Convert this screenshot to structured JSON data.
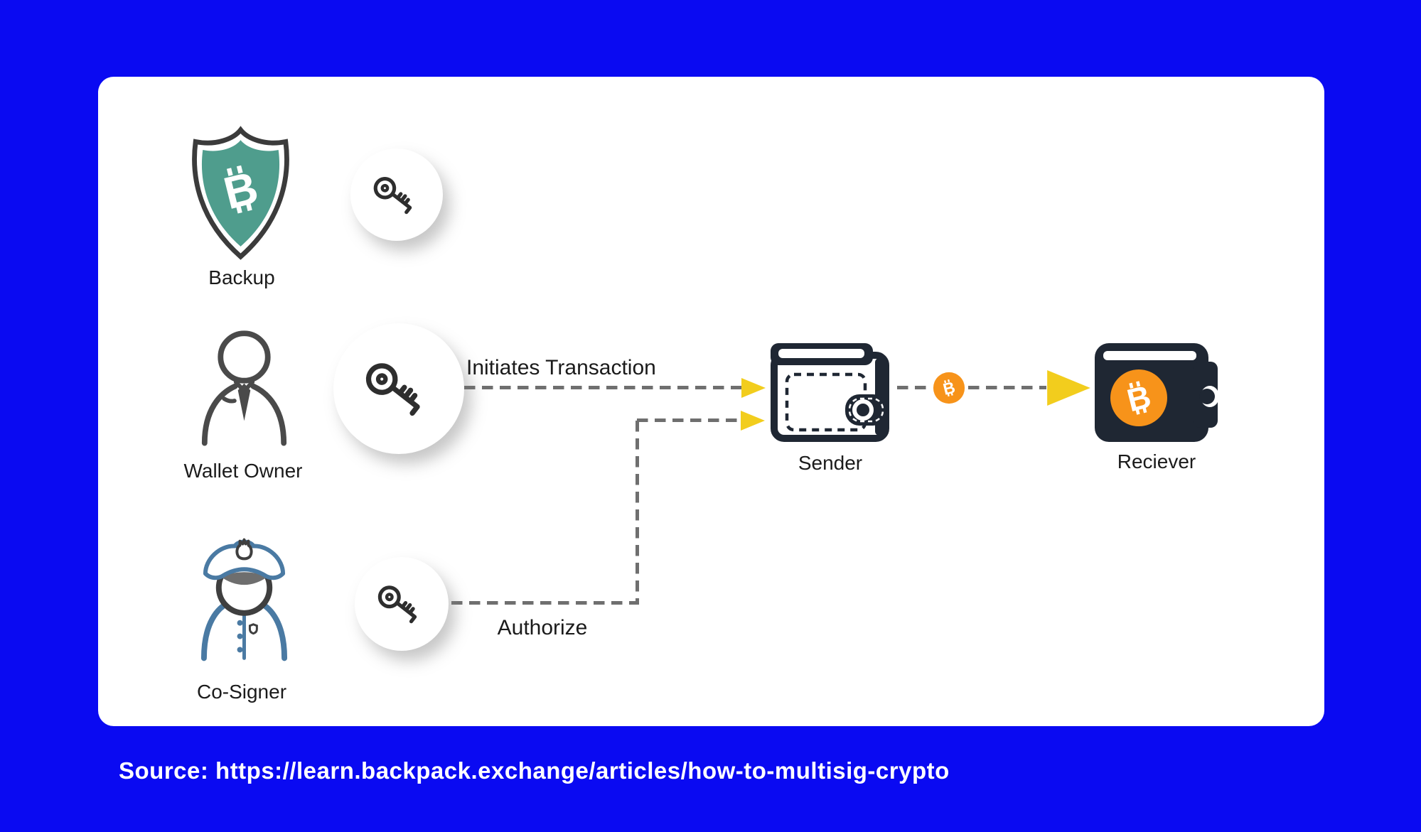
{
  "colors": {
    "background_blue": "#0a0af2",
    "card_white": "#ffffff",
    "shield_teal": "#4f9d8d",
    "wallet_dark": "#1f2733",
    "bitcoin_orange": "#f7931a",
    "arrow_yellow": "#f2cd1d",
    "dash_gray": "#6f6f6f",
    "cosigner_blue": "#4a7aa3",
    "label_text": "#1b1b1b",
    "source_text": "#ffffff"
  },
  "diagram": {
    "nodes": {
      "backup": {
        "label": "Backup",
        "icon": "shield-bitcoin-icon"
      },
      "wallet_owner": {
        "label": "Wallet Owner",
        "icon": "person-icon"
      },
      "co_signer": {
        "label": "Co-Signer",
        "icon": "police-officer-icon"
      },
      "sender": {
        "label": "Sender",
        "icon": "wallet-outline-icon"
      },
      "receiver": {
        "label": "Reciever",
        "icon": "wallet-filled-bitcoin-icon"
      }
    },
    "keys": [
      {
        "name": "backup-key",
        "icon": "key-icon"
      },
      {
        "name": "owner-key",
        "icon": "key-icon"
      },
      {
        "name": "cosigner-key",
        "icon": "key-icon"
      }
    ],
    "edges": [
      {
        "from": "wallet_owner",
        "to": "sender",
        "label": "Initiates Transaction",
        "style": "dashed-yellow-arrow"
      },
      {
        "from": "co_signer",
        "to": "sender",
        "label": "Authorize",
        "style": "dashed-yellow-arrow"
      },
      {
        "from": "sender",
        "to": "receiver",
        "label": "",
        "via": "bitcoin-coin",
        "style": "dashed-yellow-arrow"
      }
    ]
  },
  "source": {
    "text": "Source: https://learn.backpack.exchange/articles/how-to-multisig-crypto"
  }
}
